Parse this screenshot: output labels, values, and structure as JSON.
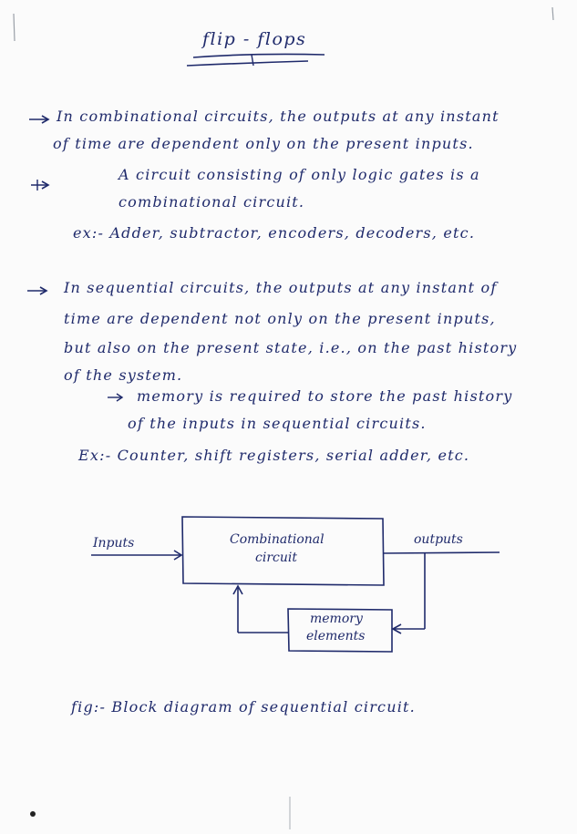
{
  "title": "flip - flops",
  "para1": {
    "line1": "In combinational circuits, the outputs at any instant",
    "line2": "of time are dependent only on the present inputs.",
    "line3": "A circuit consisting of only logic gates is a",
    "line4": "combinational circuit.",
    "example": "ex:- Adder, subtractor, encoders, decoders, etc."
  },
  "para2": {
    "line1": "In sequential circuits, the outputs at any instant of",
    "line2": "time are dependent not only on the present inputs,",
    "line3": "but also on the present state, i.e., on the past history",
    "line4": "of the system.",
    "note1": "memory is required to store the past history",
    "note2": "of the inputs in sequential circuits.",
    "example": "Ex:- Counter, shift registers, serial adder, etc."
  },
  "diagram": {
    "inputs_label": "Inputs",
    "outputs_label": "outputs",
    "block1_line1": "Combinational",
    "block1_line2": "circuit",
    "block2_line1": "memory",
    "block2_line2": "elements",
    "caption": "fig:- Block diagram of sequential circuit."
  },
  "colors": {
    "ink": "#1f2a6b",
    "paper": "#fbfbfb"
  }
}
